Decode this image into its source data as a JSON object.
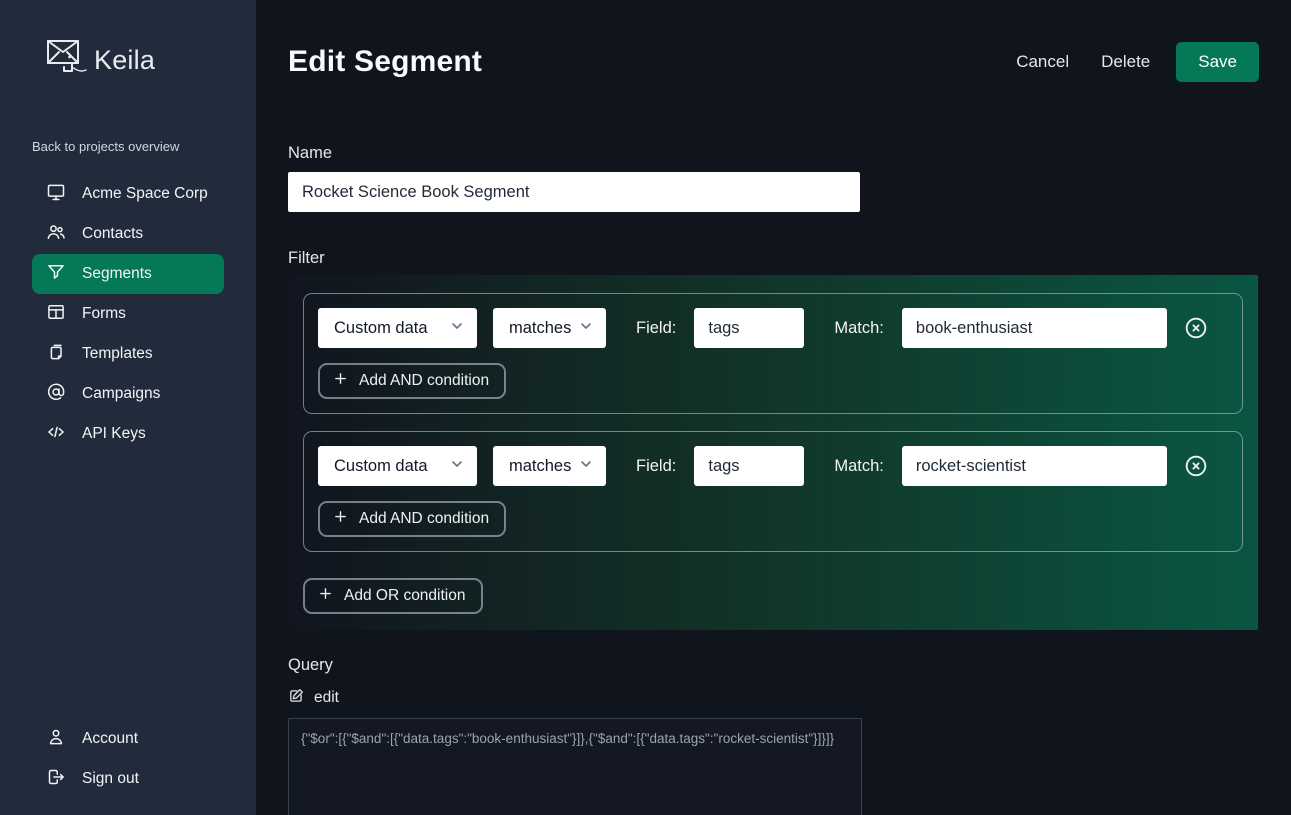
{
  "app": {
    "name": "Keila"
  },
  "colors": {
    "accent_green": "#047857",
    "sidebar_bg": "#212b3b",
    "page_bg": "#10141c",
    "filter_gradient_end": "#0a5642"
  },
  "sidebar": {
    "logo_text": "Keila",
    "back_link": "Back to projects overview",
    "items": [
      {
        "label": "Acme Space Corp",
        "icon": "monitor-icon",
        "active": false
      },
      {
        "label": "Contacts",
        "icon": "users-icon",
        "active": false
      },
      {
        "label": "Segments",
        "icon": "funnel-icon",
        "active": true
      },
      {
        "label": "Forms",
        "icon": "forms-icon",
        "active": false
      },
      {
        "label": "Templates",
        "icon": "templates-icon",
        "active": false
      },
      {
        "label": "Campaigns",
        "icon": "at-symbol-icon",
        "active": false
      },
      {
        "label": "API Keys",
        "icon": "code-icon",
        "active": false
      }
    ],
    "footer_items": [
      {
        "label": "Account",
        "icon": "user-icon"
      },
      {
        "label": "Sign out",
        "icon": "sign-out-icon"
      }
    ]
  },
  "header": {
    "title": "Edit Segment",
    "cancel_label": "Cancel",
    "delete_label": "Delete",
    "save_label": "Save"
  },
  "form": {
    "name_label": "Name",
    "name_value": "Rocket Science Book Segment",
    "filter_label": "Filter",
    "conditions": [
      {
        "type_value": "Custom data",
        "operator_value": "matches",
        "field_label": "Field:",
        "field_value": "tags",
        "match_label": "Match:",
        "match_value": "book-enthusiast",
        "add_and_label": "Add AND condition"
      },
      {
        "type_value": "Custom data",
        "operator_value": "matches",
        "field_label": "Field:",
        "field_value": "tags",
        "match_label": "Match:",
        "match_value": "rocket-scientist",
        "add_and_label": "Add AND condition"
      }
    ],
    "add_or_label": "Add OR condition",
    "query": {
      "label": "Query",
      "edit_label": "edit",
      "value": "{\"$or\":[{\"$and\":[{\"data.tags\":\"book-enthusiast\"}]},{\"$and\":[{\"data.tags\":\"rocket-scientist\"}]}]}"
    }
  }
}
